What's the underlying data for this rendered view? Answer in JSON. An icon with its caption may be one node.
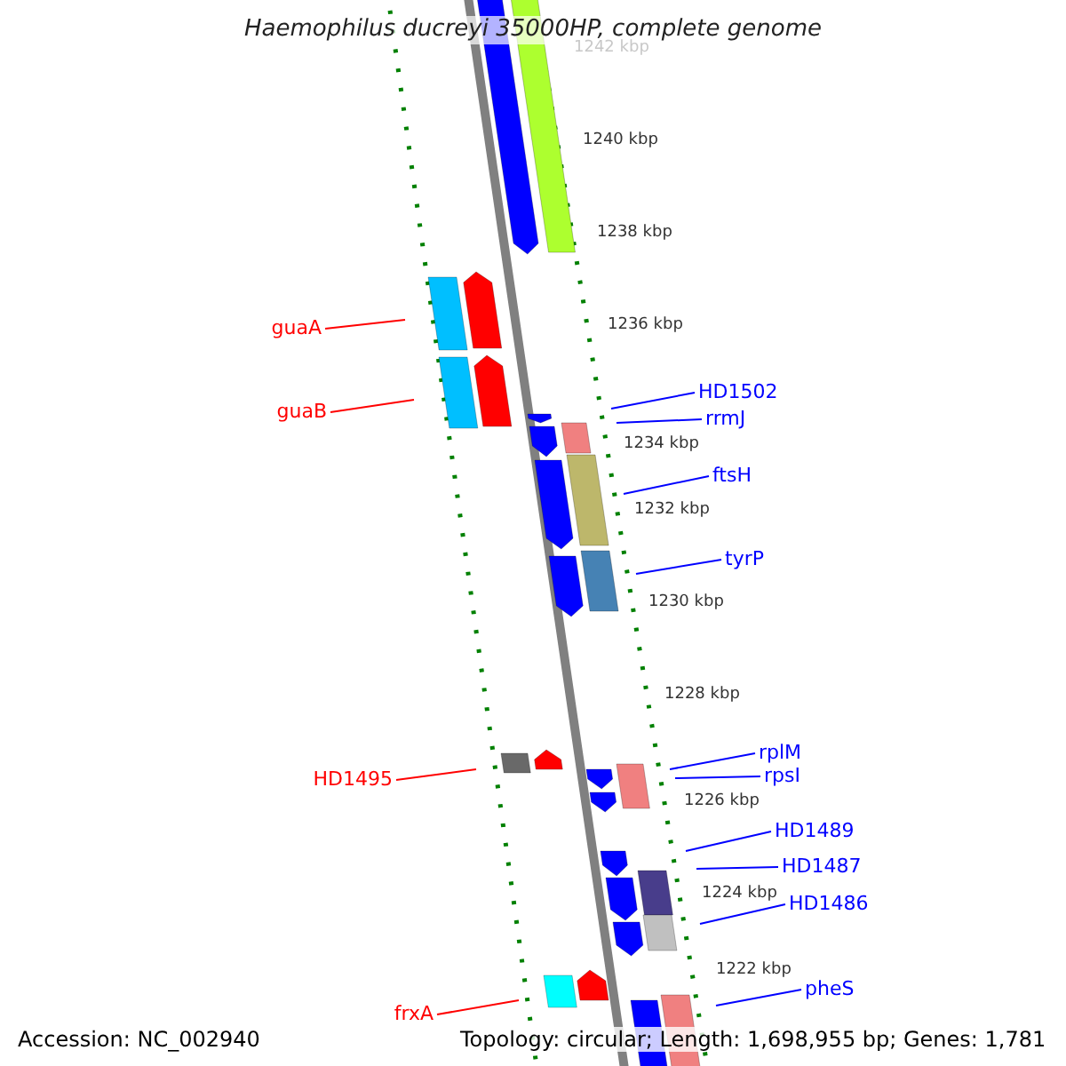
{
  "diagram": {
    "title": "Haemophilus ducreyi 35000HP, complete genome",
    "nodes": [
      {
        "text": [
          "guaA"
        ]
      },
      {
        "text": [
          "guaB"
        ]
      },
      {
        "text": [
          "HD1495"
        ]
      },
      {
        "text": [
          "frxA"
        ]
      },
      {
        "text": [
          "HD1502"
        ]
      },
      {
        "text": [
          "rrmJ"
        ]
      },
      {
        "text": [
          "ftsH"
        ]
      },
      {
        "text": [
          "tyrP"
        ]
      },
      {
        "text": [
          "rplM"
        ]
      },
      {
        "text": [
          "rpsI"
        ]
      },
      {
        "text": [
          "HD1489"
        ]
      },
      {
        "text": [
          "HD1487"
        ]
      },
      {
        "text": [
          "HD1486"
        ]
      },
      {
        "text": [
          "pheS"
        ]
      }
    ],
    "edges": [
      {
        "from": 0,
        "to": null,
        "arrow": "none",
        "color": "#ff0000"
      },
      {
        "from": 1,
        "to": null,
        "arrow": "none",
        "color": "#ff0000"
      },
      {
        "from": 2,
        "to": null,
        "arrow": "none",
        "color": "#ff0000"
      },
      {
        "from": 3,
        "to": null,
        "arrow": "none",
        "color": "#ff0000"
      },
      {
        "from": 4,
        "to": null,
        "arrow": "none"
      },
      {
        "from": 5,
        "to": null,
        "arrow": "none"
      },
      {
        "from": 6,
        "to": null,
        "arrow": "none"
      },
      {
        "from": 7,
        "to": null,
        "arrow": "none"
      },
      {
        "from": 8,
        "to": null,
        "arrow": "none"
      },
      {
        "from": 9,
        "to": null,
        "arrow": "none"
      },
      {
        "from": 10,
        "to": null,
        "arrow": "none"
      },
      {
        "from": 11,
        "to": null,
        "arrow": "none"
      },
      {
        "from": 12,
        "to": null,
        "arrow": "none"
      },
      {
        "from": 13,
        "to": null,
        "arrow": "none"
      }
    ],
    "labels": [
      "1242 kbp",
      "1240 kbp",
      "1238 kbp",
      "1236 kbp",
      "1234 kbp",
      "1232 kbp",
      "1230 kbp",
      "1228 kbp",
      "1226 kbp",
      "1224 kbp",
      "1222 kbp",
      "Accession: NC_002940",
      "Topology: circular; Length: 1,698,955 bp; Genes: 1,781"
    ]
  }
}
